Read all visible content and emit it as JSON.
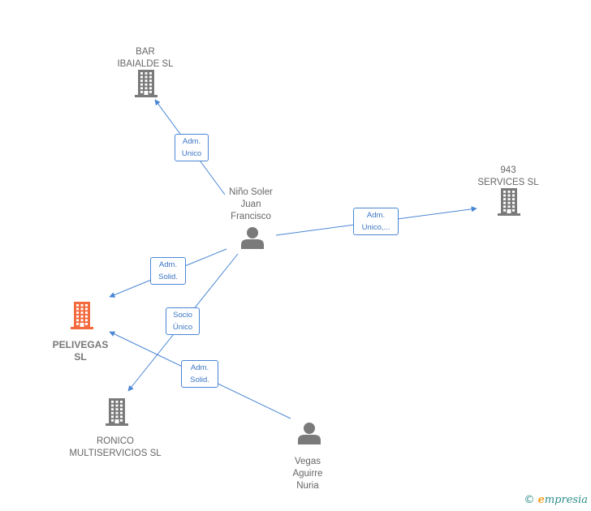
{
  "nodes": [
    {
      "id": "bar",
      "type": "company",
      "lines": [
        "BAR",
        "IBAIALDE  SL"
      ],
      "color": "#7a7a7a"
    },
    {
      "id": "s943",
      "type": "company",
      "lines": [
        "943",
        "SERVICES  SL"
      ],
      "color": "#7a7a7a"
    },
    {
      "id": "nino",
      "type": "person",
      "lines": [
        "Niño Soler",
        "Juan",
        "Francisco"
      ],
      "color": "#7a7a7a"
    },
    {
      "id": "pelivegas",
      "type": "company",
      "lines": [
        "PELIVEGAS",
        "SL"
      ],
      "color": "#f26a3d",
      "main": true
    },
    {
      "id": "ronico",
      "type": "company",
      "lines": [
        "RONICO",
        "MULTISERVICIOS SL"
      ],
      "color": "#7a7a7a"
    },
    {
      "id": "vegas",
      "type": "person",
      "lines": [
        "Vegas",
        "Aguirre",
        "Nuria"
      ],
      "color": "#7a7a7a"
    }
  ],
  "edges": [
    {
      "id": "e1",
      "from": "nino",
      "to": "bar",
      "lines": [
        "Adm.",
        "Unico"
      ]
    },
    {
      "id": "e2",
      "from": "nino",
      "to": "s943",
      "lines": [
        "Adm.",
        "Unico,..."
      ]
    },
    {
      "id": "e3",
      "from": "nino",
      "to": "pelivegas",
      "lines": [
        "Adm.",
        "Solid."
      ]
    },
    {
      "id": "e4",
      "from": "nino",
      "to": "ronico",
      "lines": [
        "Socio",
        "Único"
      ]
    },
    {
      "id": "e5",
      "from": "vegas",
      "to": "pelivegas",
      "lines": [
        "Adm.",
        "Solid."
      ]
    }
  ],
  "colors": {
    "edge": "#4a86d4",
    "company": "#7a7a7a",
    "main_company": "#f26a3d",
    "person": "#7a7a7a"
  },
  "footer": {
    "copyright": "©",
    "brand_initial": "e",
    "brand_rest": "mpresia"
  }
}
